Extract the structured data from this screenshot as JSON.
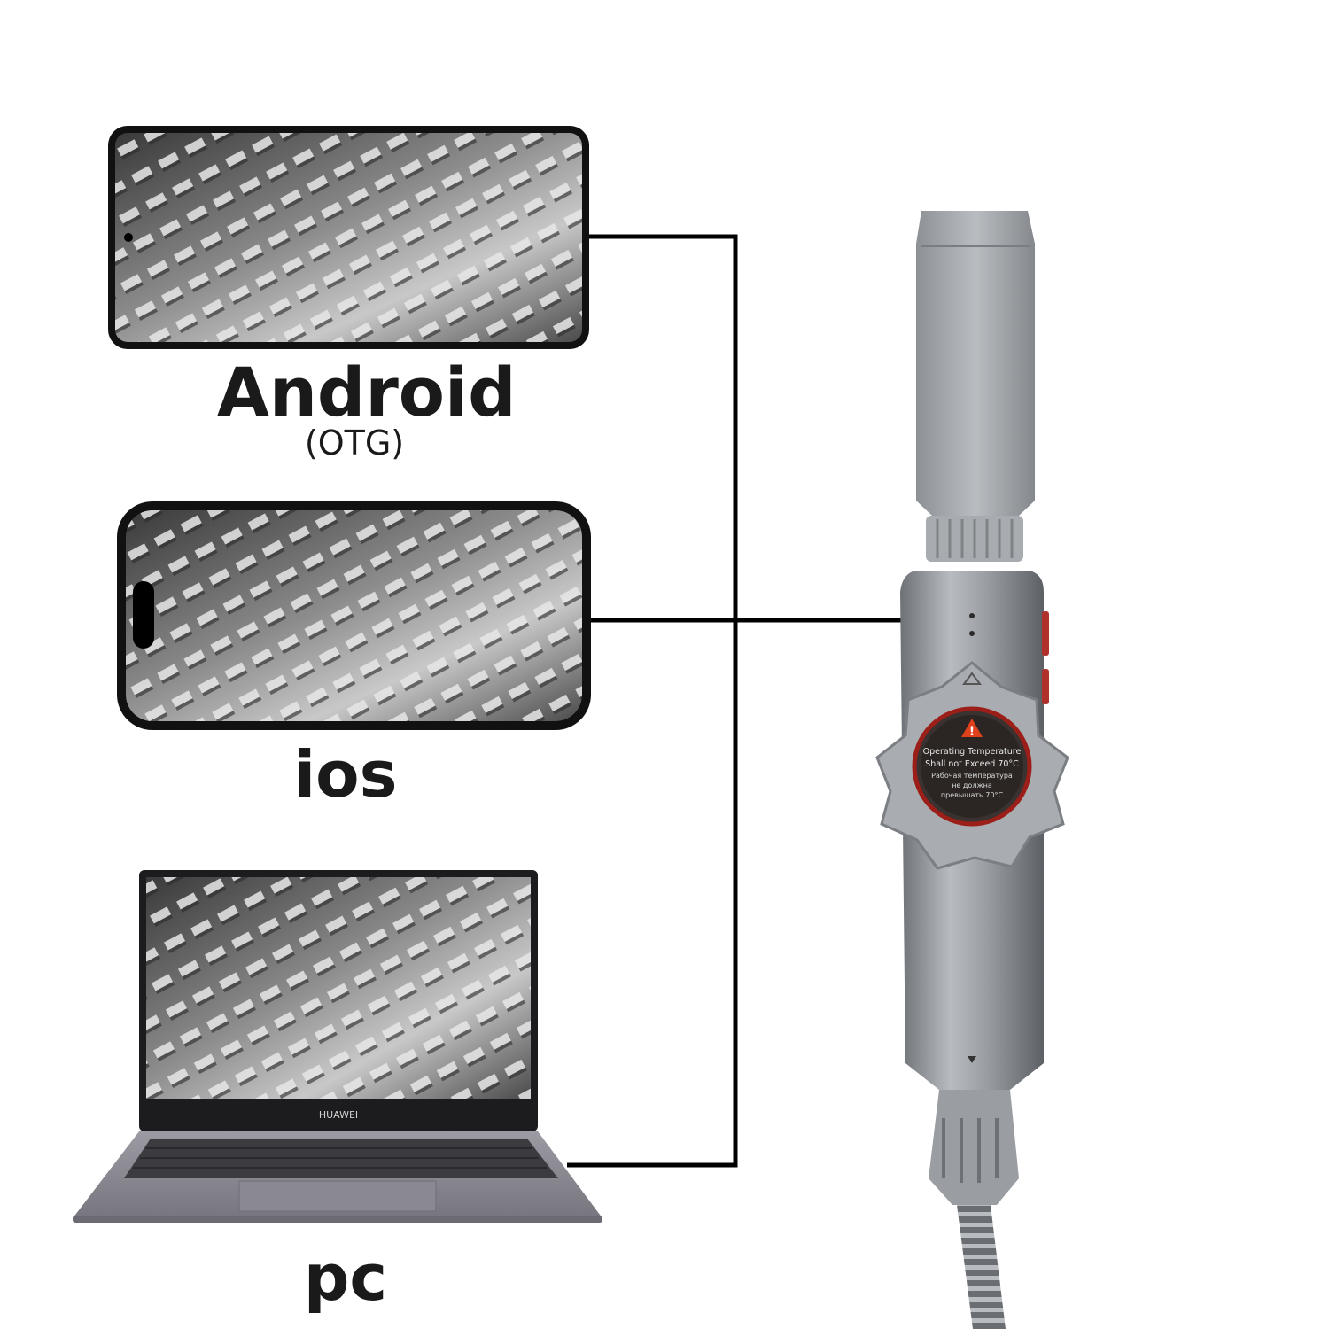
{
  "labels": {
    "android": "Android",
    "otg": "(OTG)",
    "ios": "ios",
    "pc": "pc"
  },
  "laptop": {
    "brand": "HUAWEI"
  },
  "device": {
    "warning_lines": [
      "Operating Temperature",
      "Shall not Exceed 70°C",
      "Рабочая температура",
      "не должна",
      "превышать 70°C"
    ]
  },
  "colors": {
    "connector_line": "#000000",
    "device_body": "#8f9398",
    "warning_icon": "#e0401c"
  }
}
